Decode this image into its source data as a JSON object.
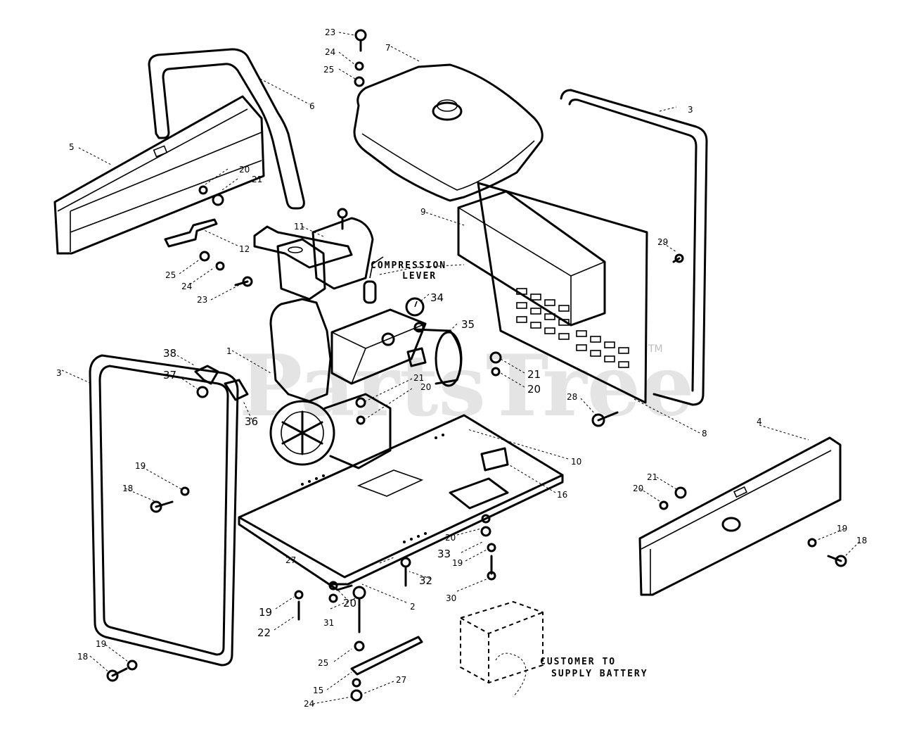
{
  "watermark": {
    "text": "PartsTree",
    "tm": "TM"
  },
  "notes": {
    "compression_1": "COMPRESSION",
    "compression_2": "LEVER",
    "battery_1": "CUSTOMER TO",
    "battery_2": "SUPPLY BATTERY"
  },
  "callouts": [
    {
      "id": "c23a",
      "text": "23"
    },
    {
      "id": "c24a",
      "text": "24"
    },
    {
      "id": "c25a",
      "text": "25"
    },
    {
      "id": "c7",
      "text": "7"
    },
    {
      "id": "c6",
      "text": "6"
    },
    {
      "id": "c3a",
      "text": "3"
    },
    {
      "id": "c5",
      "text": "5"
    },
    {
      "id": "c20a",
      "text": "20"
    },
    {
      "id": "c21a",
      "text": "21"
    },
    {
      "id": "c11",
      "text": "11"
    },
    {
      "id": "c9",
      "text": "9"
    },
    {
      "id": "c12",
      "text": "12"
    },
    {
      "id": "c29",
      "text": "29"
    },
    {
      "id": "c25b",
      "text": "25"
    },
    {
      "id": "c24b",
      "text": "24"
    },
    {
      "id": "c23b",
      "text": "23"
    },
    {
      "id": "c34",
      "text": "34"
    },
    {
      "id": "c35",
      "text": "35"
    },
    {
      "id": "c1",
      "text": "1"
    },
    {
      "id": "c38",
      "text": "38"
    },
    {
      "id": "c37",
      "text": "37"
    },
    {
      "id": "c36",
      "text": "36"
    },
    {
      "id": "c3b",
      "text": "3"
    },
    {
      "id": "c21b",
      "text": "21"
    },
    {
      "id": "c20b",
      "text": "20"
    },
    {
      "id": "c21c",
      "text": "21"
    },
    {
      "id": "c20c",
      "text": "20"
    },
    {
      "id": "c28",
      "text": "28"
    },
    {
      "id": "c8",
      "text": "8"
    },
    {
      "id": "c4",
      "text": "4"
    },
    {
      "id": "c10",
      "text": "10"
    },
    {
      "id": "c16",
      "text": "16"
    },
    {
      "id": "c19a",
      "text": "19"
    },
    {
      "id": "c18a",
      "text": "18"
    },
    {
      "id": "c21d",
      "text": "21"
    },
    {
      "id": "c20d",
      "text": "20"
    },
    {
      "id": "c20e",
      "text": "20"
    },
    {
      "id": "c33",
      "text": "33"
    },
    {
      "id": "c19b",
      "text": "19"
    },
    {
      "id": "c19c",
      "text": "19"
    },
    {
      "id": "c18b",
      "text": "18"
    },
    {
      "id": "c27a",
      "text": "27"
    },
    {
      "id": "c32",
      "text": "32"
    },
    {
      "id": "c20f",
      "text": "20"
    },
    {
      "id": "c2",
      "text": "2"
    },
    {
      "id": "c30",
      "text": "30"
    },
    {
      "id": "c19d",
      "text": "19"
    },
    {
      "id": "c22",
      "text": "22"
    },
    {
      "id": "c31",
      "text": "31"
    },
    {
      "id": "c19e",
      "text": "19"
    },
    {
      "id": "c18c",
      "text": "18"
    },
    {
      "id": "c25c",
      "text": "25"
    },
    {
      "id": "c15",
      "text": "15"
    },
    {
      "id": "c27b",
      "text": "27"
    },
    {
      "id": "c24c",
      "text": "24"
    }
  ]
}
